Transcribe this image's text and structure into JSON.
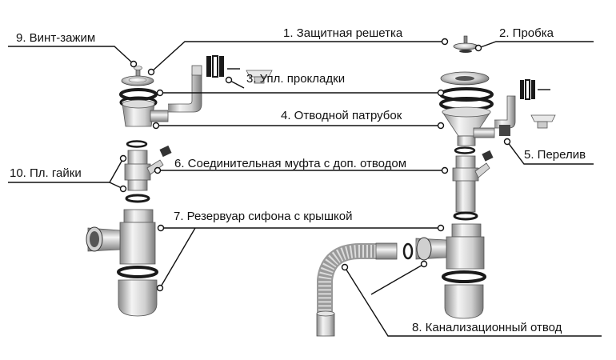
{
  "labels": {
    "l1": "1. Защитная решетка",
    "l2": "2. Пробка",
    "l3": "3. Упл. прокладки",
    "l4": "4. Отводной патрубок",
    "l5": "5. Перелив",
    "l6": "6. Соединительная муфта с доп. отводом",
    "l7": "7. Резервуар сифона с крышкой",
    "l8": "8. Канализационный отвод",
    "l9": "9. Винт-зажим",
    "l10": "10. Пл. гайки"
  },
  "colors": {
    "line": "#111111",
    "part_light": "#e6e6e6",
    "part_mid": "#bdbdbd",
    "part_dark": "#7a7a7a",
    "rubber": "#1a1a1a"
  }
}
